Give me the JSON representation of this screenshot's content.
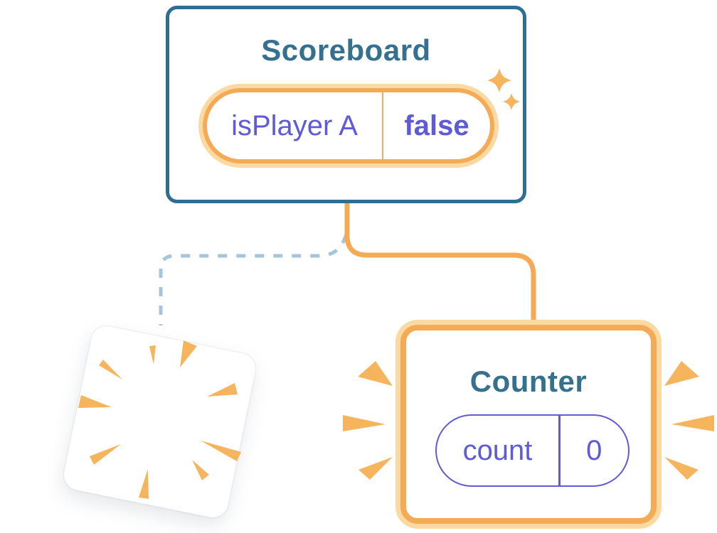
{
  "diagram": {
    "description": "React component tree diagram: Scoreboard parent re-rendered with new prop, old Counter child destroyed (poof) and a new Counter created with reset state",
    "scoreboard": {
      "title": "Scoreboard",
      "prop_name": "isPlayer A",
      "prop_value": "false"
    },
    "counter": {
      "title": "Counter",
      "state_name": "count",
      "state_value": "0"
    }
  },
  "colors": {
    "teal_border": "#2e6e92",
    "teal_text": "#35708e",
    "purple": "#5e5ad8",
    "orange": "#f5ab55",
    "orange_halo": "#fbd9a2",
    "ray_orange": "#f6b45c",
    "dash_blue": "#a6c4da",
    "card_bg": "#ffffff"
  }
}
